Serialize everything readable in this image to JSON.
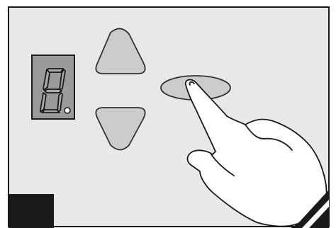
{
  "colors": {
    "panel_background": "#e8e8e8",
    "panel_border": "#1a1a1a",
    "display_background": "#9a9a9a",
    "segment_outline": "#1a1a1a",
    "button_fill": "#cccccc",
    "button_outline": "#333333",
    "corner_block": "#1a1a1a",
    "hand_fill": "#ffffff",
    "cuff": "#1a1a1a"
  },
  "display": {
    "segments_visible": [
      "a",
      "b",
      "c",
      "d",
      "e",
      "f",
      "g"
    ],
    "decimal_point": true
  },
  "controls": {
    "up_button_icon": "triangle-up-icon",
    "down_button_icon": "triangle-down-icon",
    "touch_button_shape": "oval",
    "hand_icon": "pointing-hand-icon"
  }
}
